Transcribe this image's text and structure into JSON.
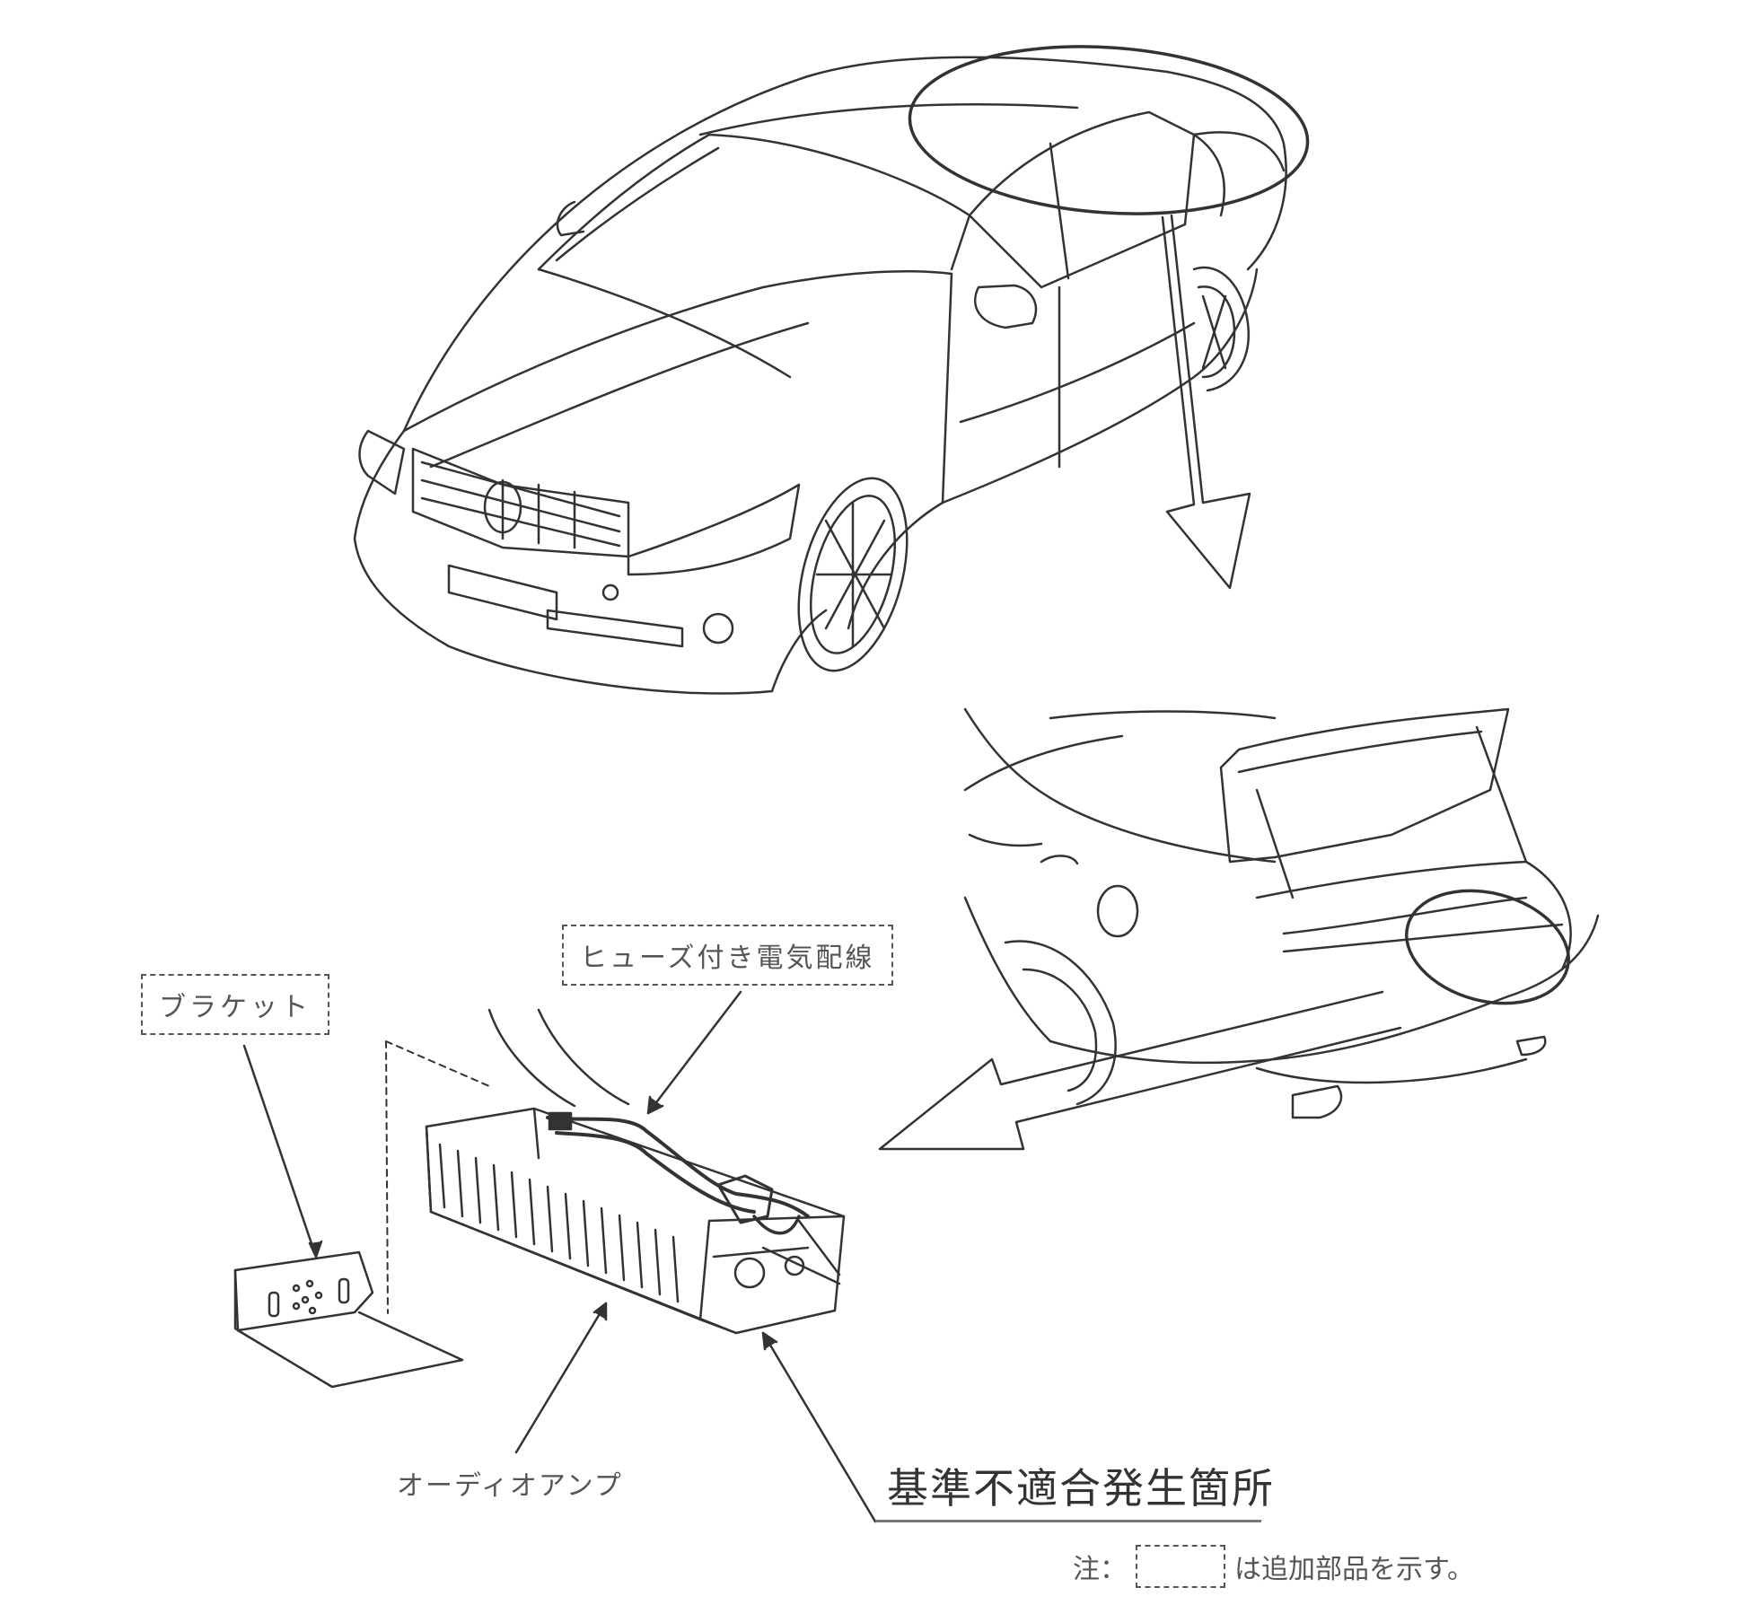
{
  "labels": {
    "bracket": "ブラケット",
    "harness": "ヒューズ付き電気配線",
    "amp": "オーディオアンプ",
    "defect": "基準不適合発生箇所"
  },
  "note": {
    "prefix": "注：",
    "suffix": "は追加部品を示す。"
  },
  "colors": {
    "line": "#333333",
    "text": "#555555",
    "background": "#ffffff"
  },
  "icons": [
    "sedan-front-view",
    "trunk-open-view",
    "audio-amplifier",
    "bracket-part",
    "pointer-arrow"
  ]
}
